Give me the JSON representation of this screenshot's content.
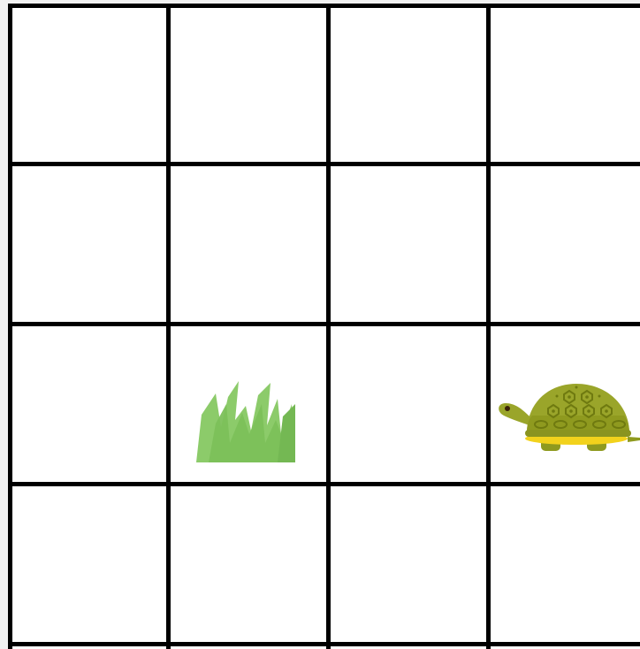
{
  "board": {
    "rows": 4,
    "columns_visible": 4,
    "line_color": "#000000",
    "cell_color": "#ffffff",
    "background_color": "#f1f1f1"
  },
  "pieces": [
    {
      "name": "grass",
      "icon": "grass-icon",
      "row": 2,
      "col": 1,
      "color": "#7cc05a"
    },
    {
      "name": "turtle",
      "icon": "turtle-icon",
      "row": 2,
      "col": 3,
      "color": "#9aa52a"
    }
  ]
}
